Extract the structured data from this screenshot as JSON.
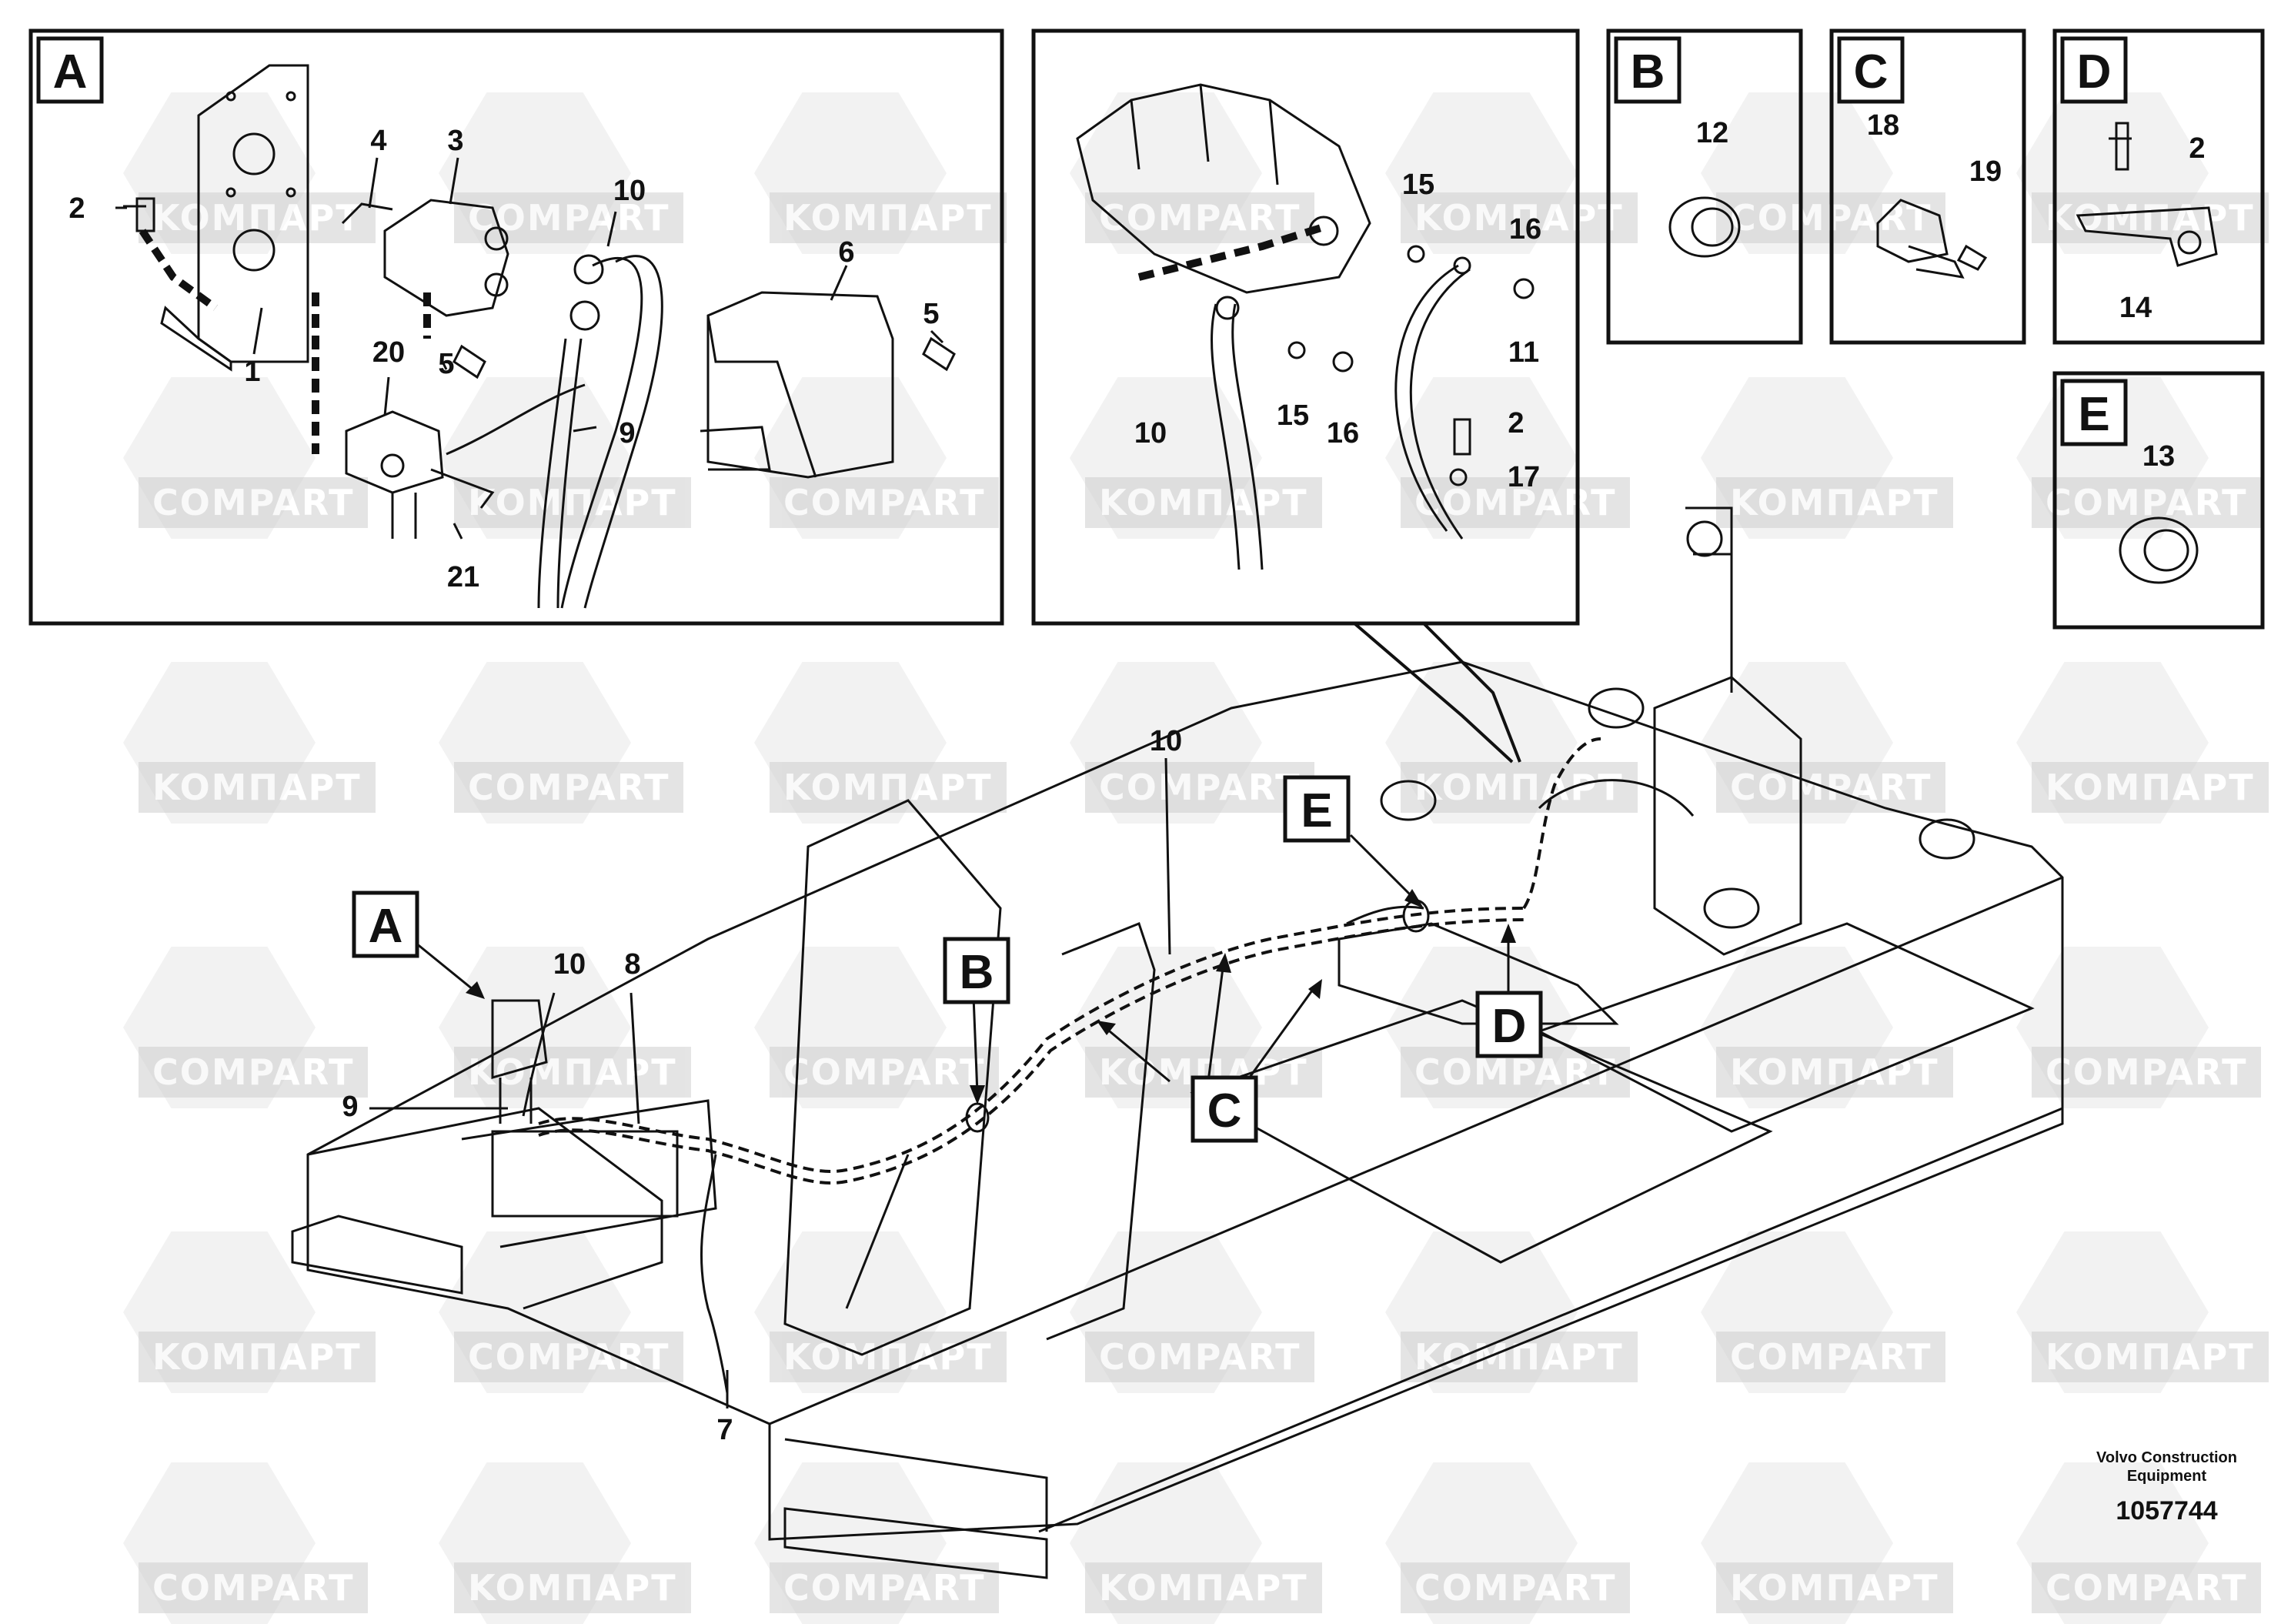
{
  "watermarks": [
    "KOMΠAPT",
    "COMPART"
  ],
  "callouts": {
    "A": "A",
    "B": "B",
    "C": "C",
    "D": "D",
    "E": "E"
  },
  "detail_A": {
    "parts": [
      "1",
      "2",
      "3",
      "4",
      "5",
      "5",
      "6",
      "9",
      "10",
      "20",
      "21"
    ]
  },
  "detail_starter": {
    "parts": [
      "10",
      "11",
      "15",
      "15",
      "16",
      "16",
      "2",
      "17"
    ]
  },
  "detail_B": {
    "parts": [
      "12"
    ]
  },
  "detail_C": {
    "parts": [
      "18",
      "19"
    ]
  },
  "detail_D": {
    "parts": [
      "2",
      "14"
    ]
  },
  "detail_E": {
    "parts": [
      "13"
    ]
  },
  "main_view": {
    "parts": [
      "10",
      "8",
      "9",
      "7",
      "10"
    ]
  },
  "maker": {
    "line1": "Volvo Construction",
    "line2": "Equipment",
    "drawing_number": "1057744"
  },
  "colors": {
    "line": "#111111",
    "watermark": "#cfcfcf"
  }
}
